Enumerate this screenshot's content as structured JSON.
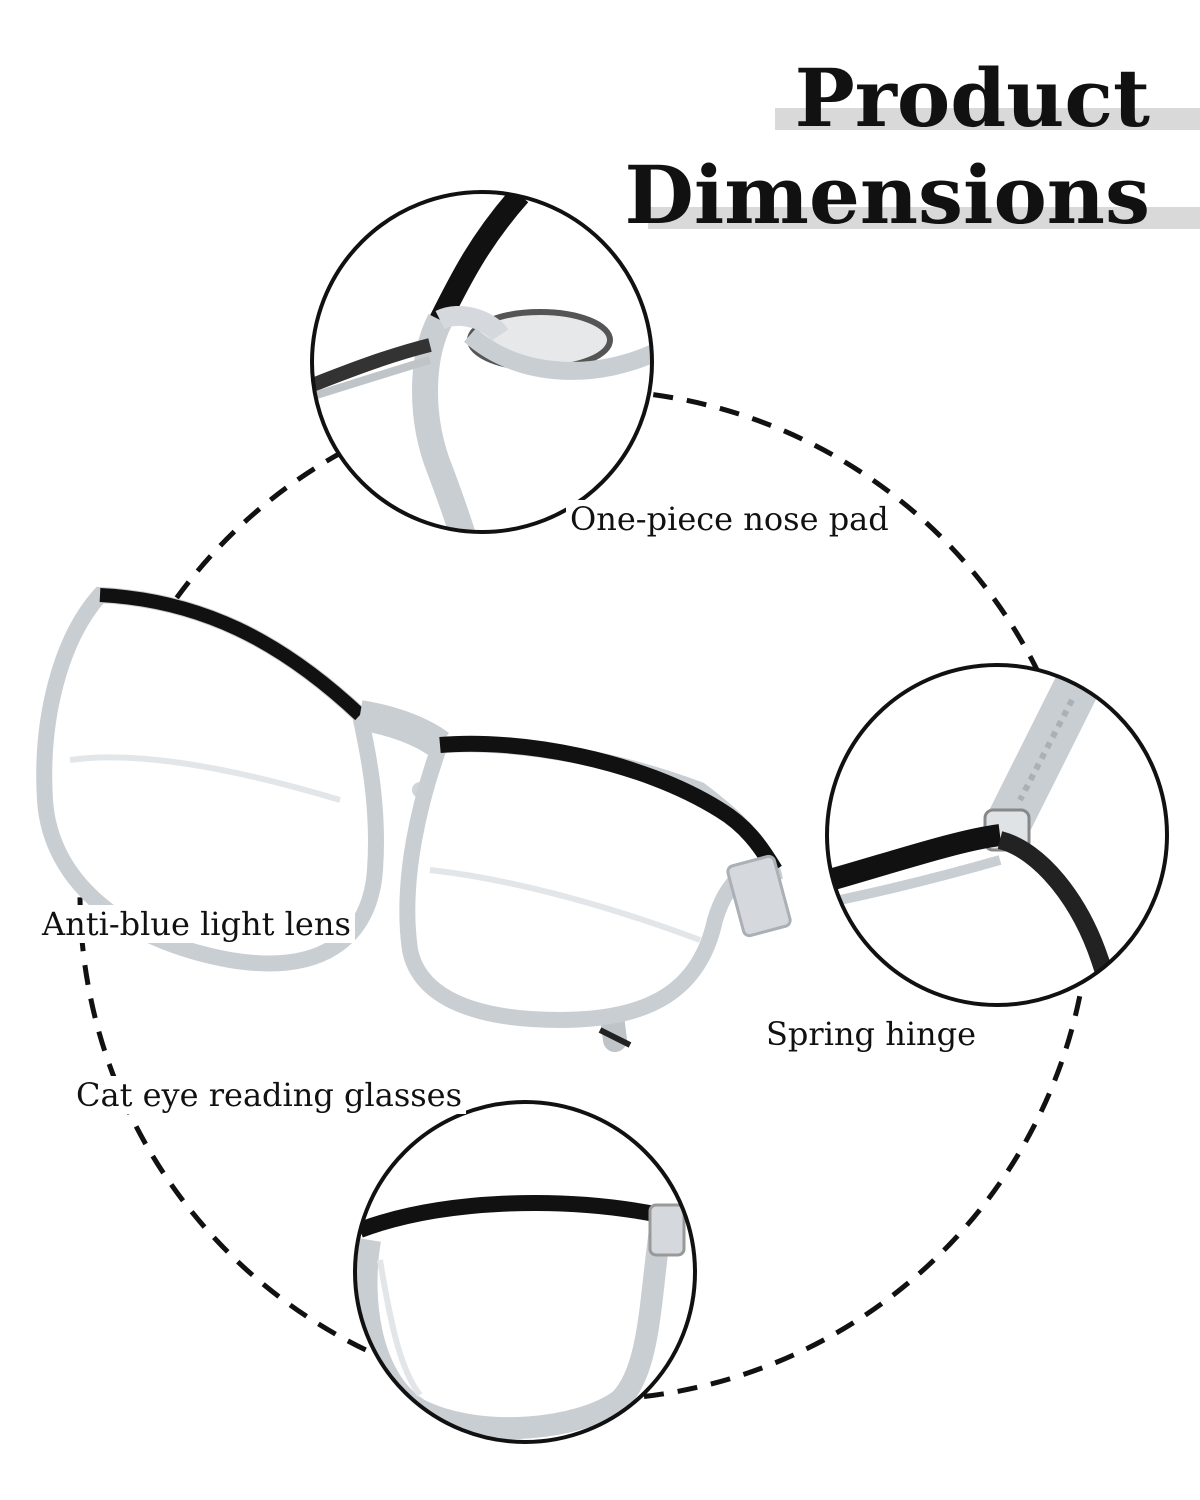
{
  "title": {
    "line1": "Product",
    "line2": "Dimensions"
  },
  "labels": {
    "nose_pad": "One-piece nose pad",
    "lens": "Anti-blue light lens",
    "hinge": "Spring hinge",
    "style": "Cat eye reading glasses"
  },
  "colors": {
    "frame_black": "#111111",
    "frame_clear": "#c9ced3",
    "title_bar": "#d9d9d9",
    "dash_circle": "#111111"
  }
}
